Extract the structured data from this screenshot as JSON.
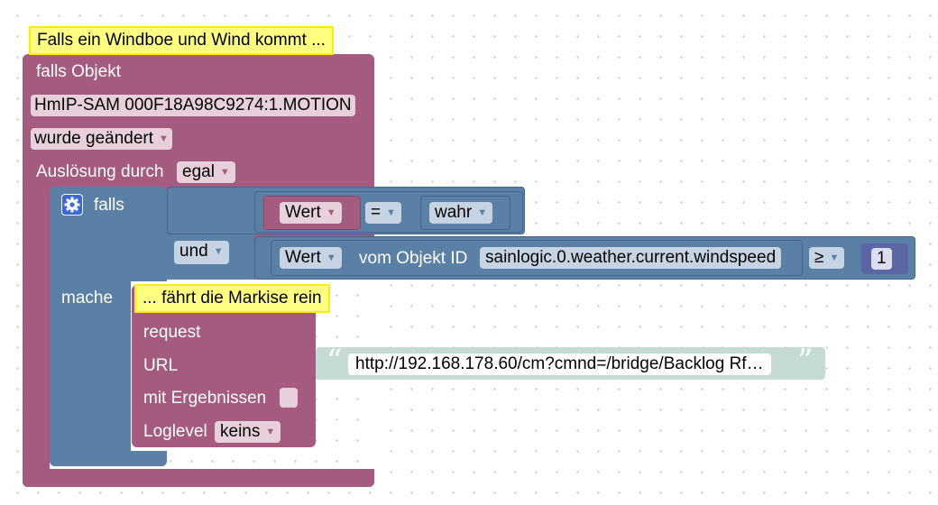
{
  "comments": {
    "top": "Falls ein Windboe und Wind kommt ...",
    "inner": "... fährt die Markise rein"
  },
  "trigger": {
    "title": "falls Objekt",
    "object_id": "HmIP-SAM 000F18A98C9274:1.MOTION",
    "mode": "wurde geändert",
    "trigger_by_label": "Auslösung durch",
    "trigger_by_value": "egal"
  },
  "if_block": {
    "if_label": "falls",
    "do_label": "mache",
    "gear_icon": "gear-icon"
  },
  "logic": {
    "operator": "und"
  },
  "compare1": {
    "left": "Wert",
    "op": "=",
    "right": "wahr"
  },
  "compare2": {
    "value": "Wert",
    "from_label": "vom Objekt ID",
    "object_id": "sainlogic.0.weather.current.windspeed",
    "op": "≥",
    "number": "1"
  },
  "request": {
    "title": "request",
    "url_label": "URL",
    "url_value": "http://192.168.178.60/cm?cmnd=/bridge/Backlog Rf…",
    "quote_open": "“",
    "quote_close": "”",
    "with_results_label": "mit Ergebnissen",
    "loglevel_label": "Loglevel",
    "loglevel_value": "keins"
  },
  "colors": {
    "event_block": "#a55b80",
    "logic_block": "#5b80a5",
    "text_block": "#c6dcd3",
    "comment": "#ffff80"
  }
}
